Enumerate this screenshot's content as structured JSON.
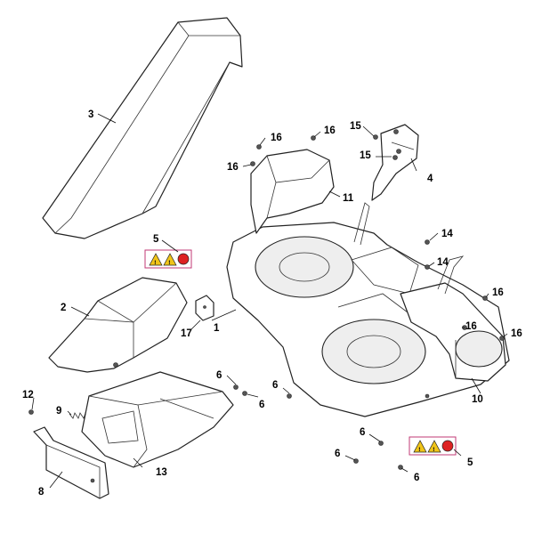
{
  "diagram": {
    "callouts": {
      "c1": "1",
      "c2": "2",
      "c3": "3",
      "c4": "4",
      "c5a": "5",
      "c5b": "5",
      "c6a": "6",
      "c6b": "6",
      "c6c": "6",
      "c6d": "6",
      "c6e": "6",
      "c6f": "6",
      "c8": "8",
      "c9": "9",
      "c10": "10",
      "c11": "11",
      "c12": "12",
      "c13": "13",
      "c14a": "14",
      "c14b": "14",
      "c15a": "15",
      "c15b": "15",
      "c16a": "16",
      "c16b": "16",
      "c16c": "16",
      "c16d": "16",
      "c16e": "16",
      "c16f": "16",
      "c17": "17"
    },
    "colors": {
      "line": "#222222",
      "label_border": "#c23a76",
      "warning_yellow": "#f0c419",
      "stop_red": "#dd2222"
    }
  }
}
